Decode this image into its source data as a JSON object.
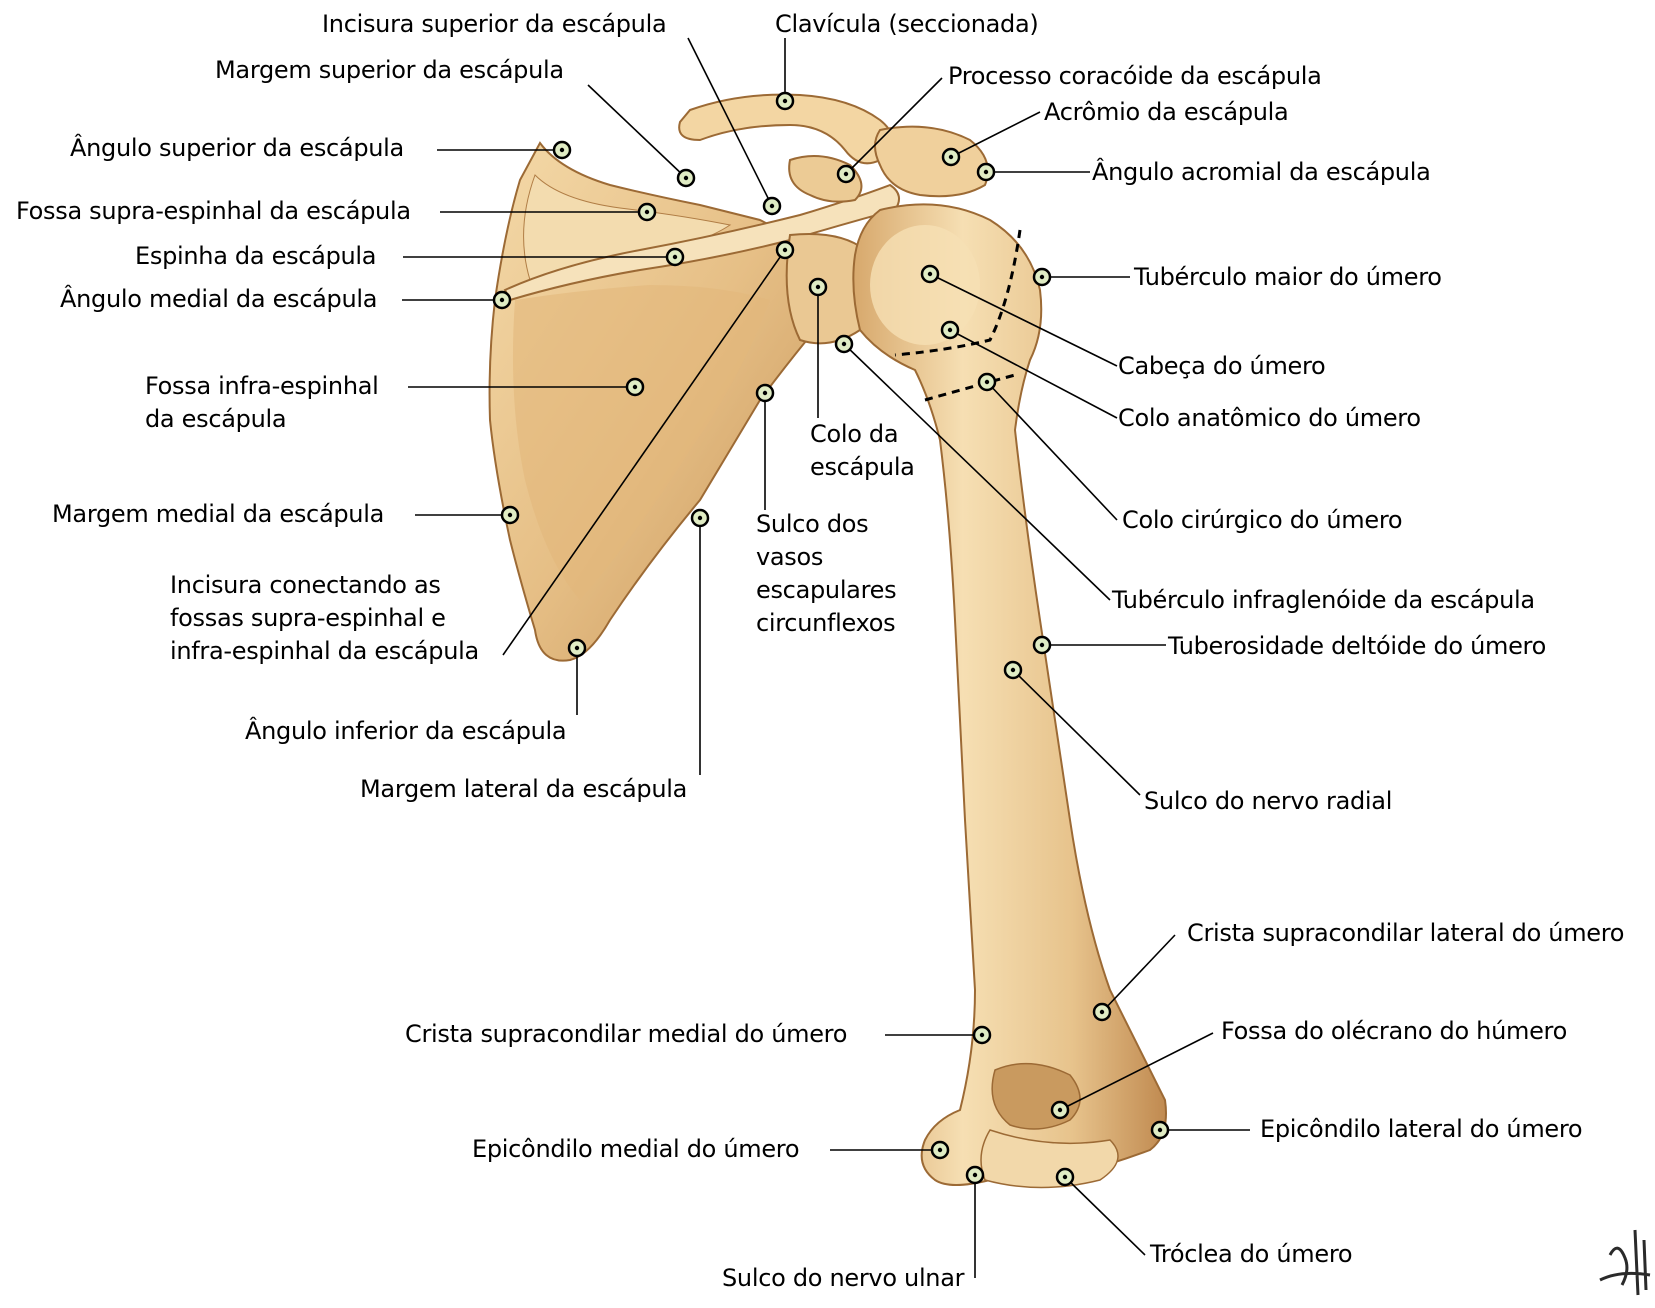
{
  "diagram": {
    "colors": {
      "bone": "#e8c48c",
      "bone_light": "#f6e2bb",
      "bone_dark": "#b8854c",
      "line": "#000000",
      "marker_fill": "#e0ecc4"
    },
    "labels": {
      "incisura_superior": "Incisura superior da escápula",
      "clavicula": "Clavícula (seccionada)",
      "margem_superior": "Margem superior da escápula",
      "processo_coracoide": "Processo coracóide da escápula",
      "acromio": "Acrômio da escápula",
      "angulo_superior": "Ângulo superior da escápula",
      "angulo_acromial": "Ângulo acromial da escápula",
      "fossa_supra": "Fossa supra-espinhal da escápula",
      "espinha": "Espinha da escápula",
      "tuberculo_maior": "Tubérculo maior do úmero",
      "angulo_medial": "Ângulo medial da escápula",
      "cabeca": "Cabeça do úmero",
      "fossa_infra": "Fossa infra-espinhal\nda escápula",
      "colo_anatomico": "Colo anatômico do úmero",
      "colo_escapula": "Colo da\nescápula",
      "margem_medial": "Margem medial da escápula",
      "sulco_vasos": "Sulco dos\nvasos\nescapulares\ncircunflexos",
      "colo_cirurgico": "Colo cirúrgico do úmero",
      "incisura_conectando": "Incisura conectando as\nfossas supra-espinhal e\ninfra-espinhal da escápula",
      "tuberculo_infraglenoide": "Tubérculo infraglenóide da escápula",
      "tuberosidade_deltoide": "Tuberosidade deltóide do úmero",
      "angulo_inferior": "Ângulo inferior da escápula",
      "margem_lateral": "Margem lateral da escápula",
      "sulco_nervo_radial": "Sulco do nervo radial",
      "crista_lateral": "Crista supracondilar lateral do úmero",
      "crista_medial": "Crista supracondilar medial do úmero",
      "fossa_olecrano": "Fossa do olécrano do húmero",
      "epicondilo_medial": "Epicôndilo medial do úmero",
      "epicondilo_lateral": "Epicôndilo lateral do úmero",
      "troclea": "Tróclea do úmero",
      "sulco_nervo_ulnar": "Sulco do nervo ulnar"
    }
  }
}
